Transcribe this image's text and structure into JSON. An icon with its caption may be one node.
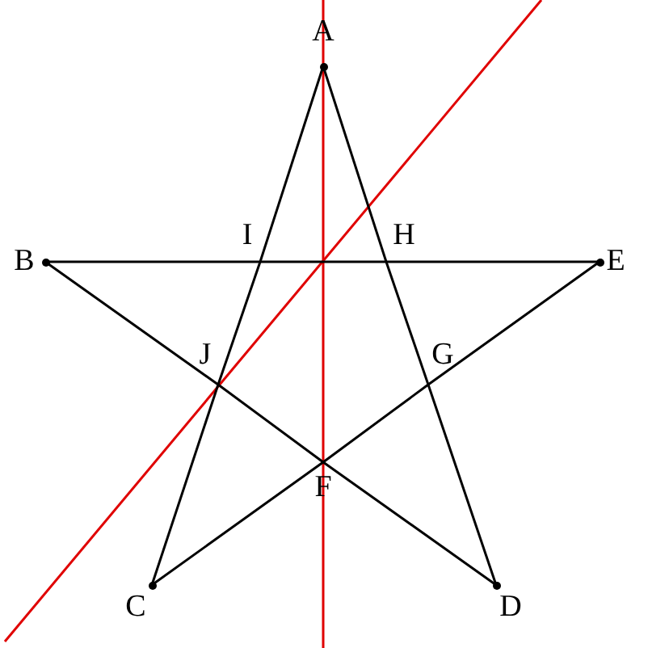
{
  "diagram": {
    "nodes": [
      {
        "text": [
          "A"
        ]
      },
      {
        "text": [
          "B"
        ]
      },
      {
        "text": [
          "C"
        ]
      },
      {
        "text": [
          "D"
        ]
      },
      {
        "text": [
          "E"
        ]
      },
      {
        "text": [
          "F"
        ]
      },
      {
        "text": [
          "G"
        ]
      },
      {
        "text": [
          "H"
        ]
      },
      {
        "text": [
          "I"
        ]
      },
      {
        "text": [
          "J"
        ]
      }
    ],
    "edges": [
      {
        "from": 0,
        "to": 8,
        "arrow": "none"
      },
      {
        "from": 8,
        "to": 9,
        "arrow": "none"
      },
      {
        "from": 9,
        "to": 2,
        "arrow": "none"
      },
      {
        "from": 0,
        "to": 7,
        "arrow": "none"
      },
      {
        "from": 7,
        "to": 6,
        "arrow": "none"
      },
      {
        "from": 6,
        "to": 3,
        "arrow": "none"
      },
      {
        "from": 1,
        "to": 8,
        "arrow": "none"
      },
      {
        "from": 8,
        "to": 7,
        "arrow": "none"
      },
      {
        "from": 7,
        "to": 4,
        "arrow": "none"
      },
      {
        "from": 1,
        "to": 9,
        "arrow": "none"
      },
      {
        "from": 9,
        "to": 5,
        "arrow": "none"
      },
      {
        "from": 5,
        "to": 3,
        "arrow": "none"
      },
      {
        "from": 4,
        "to": 6,
        "arrow": "none"
      },
      {
        "from": 6,
        "to": 5,
        "arrow": "none"
      },
      {
        "from": 5,
        "to": 2,
        "arrow": "none"
      }
    ]
  }
}
